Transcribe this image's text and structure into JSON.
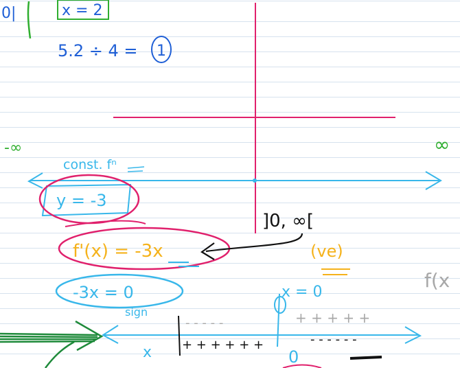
{
  "page": {
    "note_lines": {
      "top_left": "0|",
      "boxed_x": "x = 2",
      "division": "5.2 ÷ 4 =",
      "division_result": "1",
      "neg_infinity": "-∞",
      "pos_infinity": "∞",
      "const_fn": "const. fⁿ",
      "y_equation": "y = -3",
      "interval": "]0, ∞[",
      "derivative": "f'(x) = -3x",
      "positive_note": "(ve)",
      "equation": "-3x = 0",
      "sign_label": "sign",
      "x_equals_zero": "x = 0",
      "sign_row_upper": "- - - - -",
      "sign_row_upper_plus": "+ + + + +",
      "sign_row_x": "x",
      "sign_row_lower_plus": "+ + + + + +",
      "sign_row_lower_minus": "- - -  - - -",
      "zero_mark": "0",
      "fx_partial": "f(x"
    },
    "colors": {
      "blue": "#1f5fd6",
      "pink": "#e0206c",
      "green": "#2fae2f",
      "cyan": "#38b7ea",
      "orange": "#f5b21b",
      "gray": "#a8a8a8",
      "black": "#111111",
      "dark_green": "#1e8a3a"
    }
  }
}
